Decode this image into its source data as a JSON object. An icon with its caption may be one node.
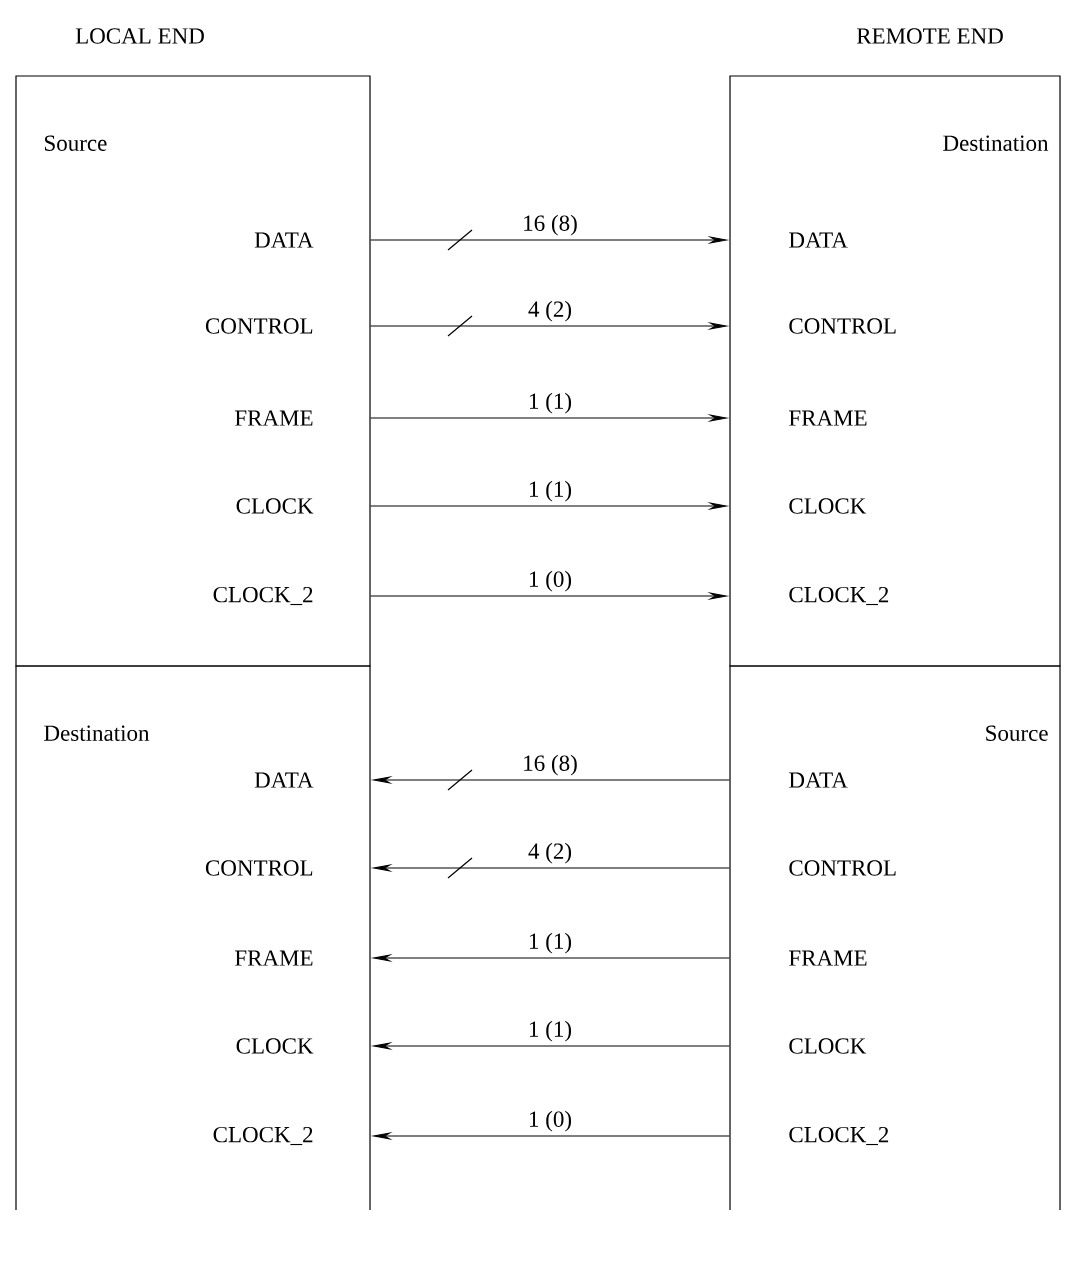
{
  "diagram": {
    "nodes": [
      {
        "text": [
          "Source"
        ]
      },
      {
        "text": [
          "DATA"
        ],
        "in": 0
      },
      {
        "text": [
          "CONTROL"
        ],
        "in": 0
      },
      {
        "text": [
          "FRAME"
        ],
        "in": 0
      },
      {
        "text": [
          "CLOCK"
        ],
        "in": 0
      },
      {
        "text": [
          "CLOCK_2"
        ],
        "in": 0
      },
      {
        "text": [
          "Destination"
        ]
      },
      {
        "text": [
          "DATA"
        ],
        "in": 6
      },
      {
        "text": [
          "CONTROL"
        ],
        "in": 6
      },
      {
        "text": [
          "FRAME"
        ],
        "in": 6
      },
      {
        "text": [
          "CLOCK"
        ],
        "in": 6
      },
      {
        "text": [
          "CLOCK_2"
        ],
        "in": 6
      },
      {
        "text": [
          "Destination"
        ]
      },
      {
        "text": [
          "DATA"
        ],
        "in": 12
      },
      {
        "text": [
          "CONTROL"
        ],
        "in": 12
      },
      {
        "text": [
          "FRAME"
        ],
        "in": 12
      },
      {
        "text": [
          "CLOCK"
        ],
        "in": 12
      },
      {
        "text": [
          "CLOCK_2"
        ],
        "in": 12
      },
      {
        "text": [
          "Source"
        ]
      },
      {
        "text": [
          "DATA"
        ],
        "in": 18
      },
      {
        "text": [
          "CONTROL"
        ],
        "in": 18
      },
      {
        "text": [
          "FRAME"
        ],
        "in": 18
      },
      {
        "text": [
          "CLOCK"
        ],
        "in": 18
      },
      {
        "text": [
          "CLOCK_2"
        ],
        "in": 18
      }
    ],
    "edges": [
      {
        "from": 1,
        "to": 7,
        "arrow": "to",
        "label": "16 (8)"
      },
      {
        "from": 2,
        "to": 8,
        "arrow": "to",
        "label": "4 (2)"
      },
      {
        "from": 3,
        "to": 9,
        "arrow": "to",
        "label": "1 (1)"
      },
      {
        "from": 4,
        "to": 10,
        "arrow": "to",
        "label": "1 (1)"
      },
      {
        "from": 5,
        "to": 11,
        "arrow": "to",
        "label": "1 (0)"
      },
      {
        "from": 19,
        "to": 13,
        "arrow": "to",
        "label": "16 (8)"
      },
      {
        "from": 20,
        "to": 14,
        "arrow": "to",
        "label": "4 (2)"
      },
      {
        "from": 21,
        "to": 15,
        "arrow": "to",
        "label": "1 (1)"
      },
      {
        "from": 22,
        "to": 16,
        "arrow": "to",
        "label": "1 (1)"
      },
      {
        "from": 23,
        "to": 17,
        "arrow": "to",
        "label": "1 (0)"
      }
    ],
    "labels": [
      "LOCAL END",
      "REMOTE END"
    ]
  }
}
